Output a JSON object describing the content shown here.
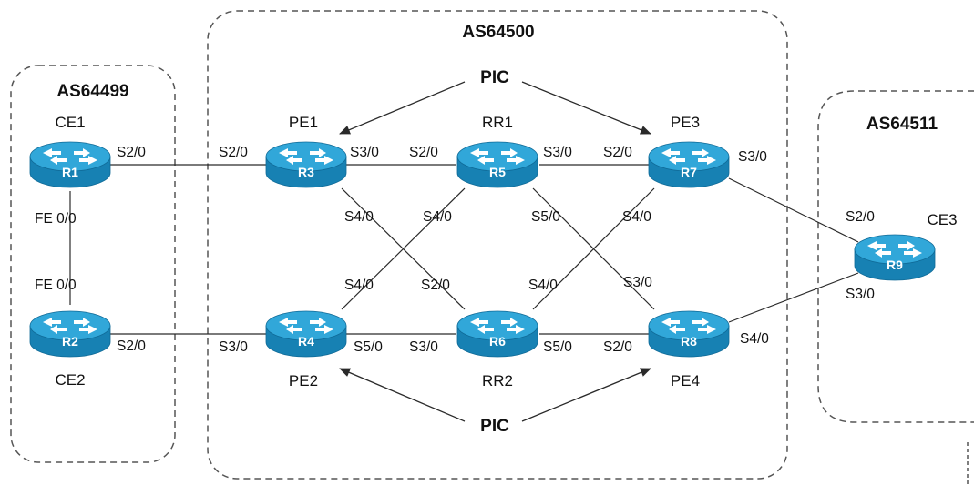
{
  "as_domains": [
    {
      "id": "as64499",
      "label": "AS64499"
    },
    {
      "id": "as64500",
      "label": "AS64500"
    },
    {
      "id": "as64511",
      "label": "AS64511"
    }
  ],
  "pic_labels": {
    "top": "PIC",
    "bottom": "PIC"
  },
  "routers": [
    {
      "id": "R1",
      "label": "R1",
      "name": "CE1"
    },
    {
      "id": "R2",
      "label": "R2",
      "name": "CE2"
    },
    {
      "id": "R3",
      "label": "R3",
      "name": "PE1"
    },
    {
      "id": "R4",
      "label": "R4",
      "name": "PE2"
    },
    {
      "id": "R5",
      "label": "R5",
      "name": "RR1"
    },
    {
      "id": "R6",
      "label": "R6",
      "name": "RR2"
    },
    {
      "id": "R7",
      "label": "R7",
      "name": "PE3"
    },
    {
      "id": "R8",
      "label": "R8",
      "name": "PE4"
    },
    {
      "id": "R9",
      "label": "R9",
      "name": "CE3"
    }
  ],
  "links": [
    {
      "from": "R1",
      "to": "R3"
    },
    {
      "from": "R1",
      "to": "R2"
    },
    {
      "from": "R2",
      "to": "R4"
    },
    {
      "from": "R3",
      "to": "R5"
    },
    {
      "from": "R5",
      "to": "R7"
    },
    {
      "from": "R4",
      "to": "R6"
    },
    {
      "from": "R6",
      "to": "R8"
    },
    {
      "from": "R3",
      "to": "R6"
    },
    {
      "from": "R5",
      "to": "R4"
    },
    {
      "from": "R5",
      "to": "R8"
    },
    {
      "from": "R7",
      "to": "R6"
    },
    {
      "from": "R7",
      "to": "R9"
    },
    {
      "from": "R8",
      "to": "R9"
    }
  ],
  "interface_labels": [
    {
      "id": "r1-s20",
      "text": "S2/0"
    },
    {
      "id": "r1-fe",
      "text": "FE  0/0"
    },
    {
      "id": "r2-fe",
      "text": "FE  0/0"
    },
    {
      "id": "r2-s20",
      "text": "S2/0"
    },
    {
      "id": "r3-s20",
      "text": "S2/0"
    },
    {
      "id": "r3-s30",
      "text": "S3/0"
    },
    {
      "id": "r3-s40",
      "text": "S4/0"
    },
    {
      "id": "r5-s20",
      "text": "S2/0"
    },
    {
      "id": "r5-s30",
      "text": "S3/0"
    },
    {
      "id": "r5-s40",
      "text": "S4/0"
    },
    {
      "id": "r5-s50",
      "text": "S5/0"
    },
    {
      "id": "r7-s20",
      "text": "S2/0"
    },
    {
      "id": "r7-s30",
      "text": "S3/0"
    },
    {
      "id": "r7-s40",
      "text": "S4/0"
    },
    {
      "id": "r4-s40",
      "text": "S4/0"
    },
    {
      "id": "r4-s30",
      "text": "S3/0"
    },
    {
      "id": "r4-s50",
      "text": "S5/0"
    },
    {
      "id": "r6-s20",
      "text": "S2/0"
    },
    {
      "id": "r6-s30",
      "text": "S3/0"
    },
    {
      "id": "r6-s40",
      "text": "S4/0"
    },
    {
      "id": "r6-s50",
      "text": "S5/0"
    },
    {
      "id": "r8-s30",
      "text": "S3/0"
    },
    {
      "id": "r8-s20",
      "text": "S2/0"
    },
    {
      "id": "r8-s40",
      "text": "S4/0"
    },
    {
      "id": "r9-s20",
      "text": "S2/0"
    },
    {
      "id": "r9-s30",
      "text": "S3/0"
    }
  ]
}
